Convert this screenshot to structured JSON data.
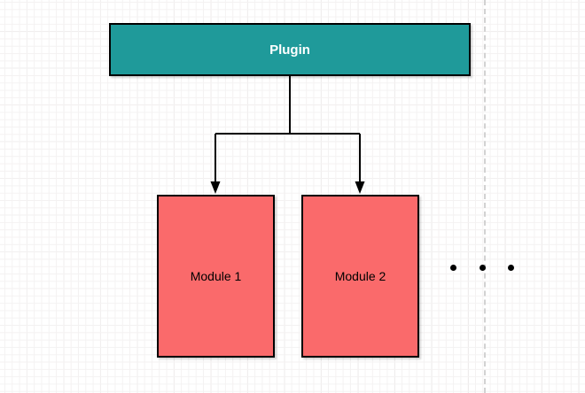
{
  "canvas": {
    "background_color": "#ffffff",
    "grid_minor_color": "#f4f2f2",
    "grid_major_color": "#e3e0e0",
    "page_divider_color": "#d2d2d2"
  },
  "diagram": {
    "plugin": {
      "label": "Plugin",
      "fill_color": "#1f9a9a",
      "text_color": "#ffffff",
      "border_color": "#000000"
    },
    "modules": [
      {
        "label": "Module 1",
        "fill_color": "#fa6a6b",
        "text_color": "#000000",
        "border_color": "#000000"
      },
      {
        "label": "Module 2",
        "fill_color": "#fa6a6b",
        "text_color": "#000000",
        "border_color": "#000000"
      }
    ],
    "connector_color": "#000000",
    "ellipsis_dot_count": 3,
    "ellipsis_dot_color": "#000000"
  }
}
